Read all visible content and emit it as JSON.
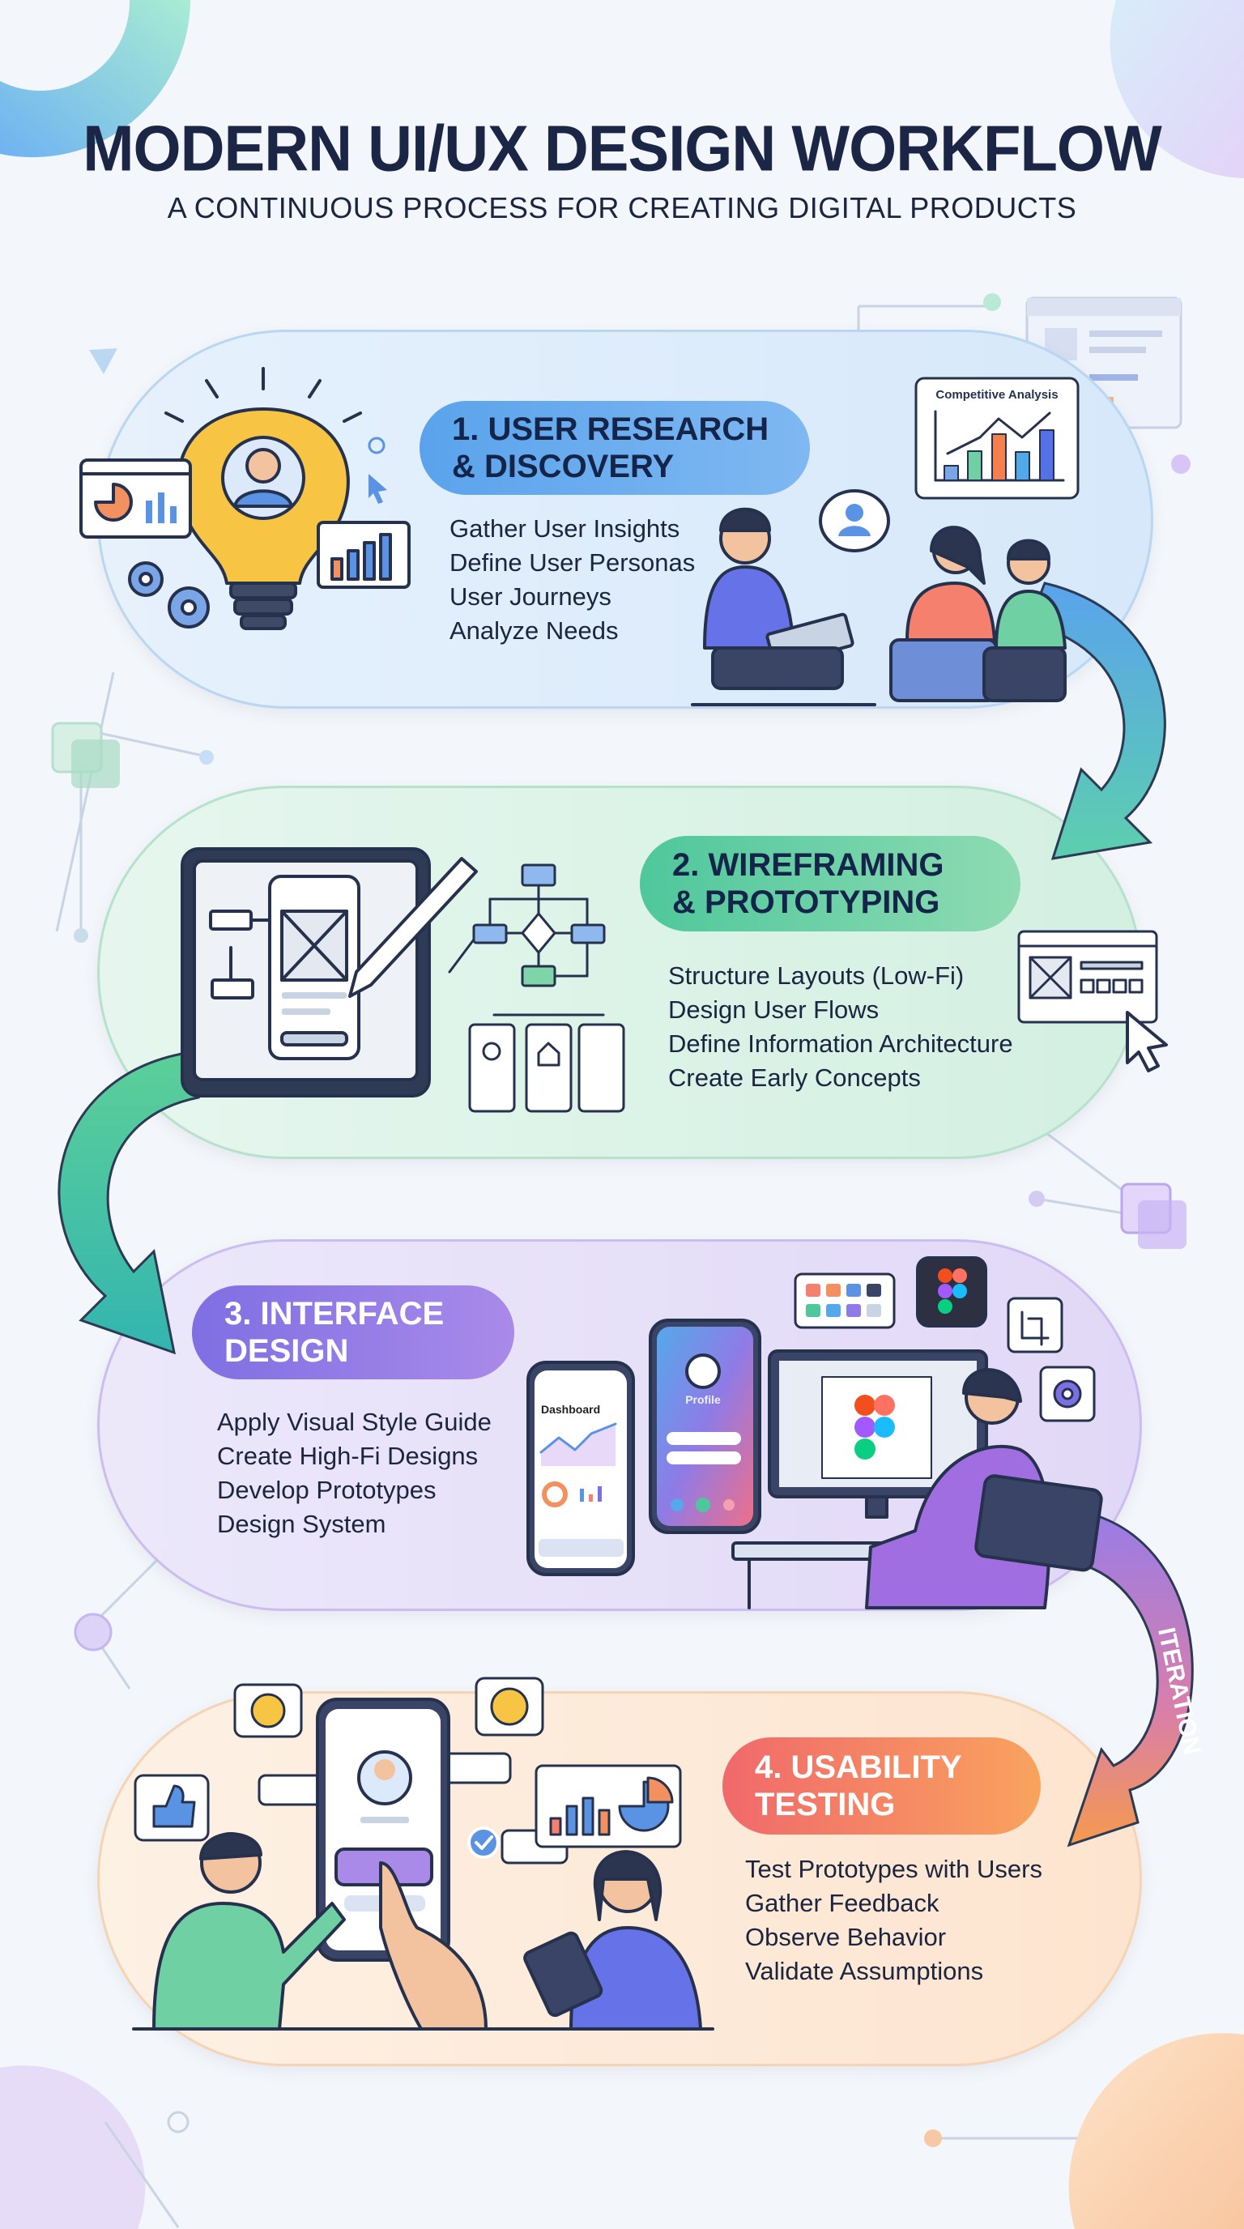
{
  "header": {
    "title": "MODERN UI/UX DESIGN WORKFLOW",
    "subtitle": "A CONTINUOUS PROCESS FOR CREATING DIGITAL PRODUCTS"
  },
  "steps": [
    {
      "title_line1": "1. USER RESEARCH",
      "title_line2": "& DISCOVERY",
      "color": "#5aa3ec",
      "items": [
        "Gather User Insights",
        "Define User Personas",
        "User Journeys",
        "Analyze Needs"
      ]
    },
    {
      "title_line1": "2. WIREFRAMING",
      "title_line2": "& PROTOTYPING",
      "color": "#4fc79c",
      "items": [
        "Structure Layouts (Low-Fi)",
        "Design User Flows",
        "Define Information Architecture",
        "Create Early Concepts"
      ]
    },
    {
      "title_line1": "3. INTERFACE",
      "title_line2": "DESIGN",
      "color": "#8a74e6",
      "items": [
        "Apply Visual Style Guide",
        "Create High-Fi Designs",
        "Develop Prototypes",
        "Design System"
      ]
    },
    {
      "title_line1": "4. USABILITY",
      "title_line2": "TESTING",
      "color": "#f5825f",
      "items": [
        "Test Prototypes with Users",
        "Gather Feedback",
        "Observe Behavior",
        "Validate Assumptions"
      ]
    }
  ],
  "illustrations": {
    "competitive_analysis_title": "Competitive Analysis",
    "dashboard_label": "Dashboard",
    "profile_label": "Profile",
    "iteration_label": "ITERATION"
  }
}
